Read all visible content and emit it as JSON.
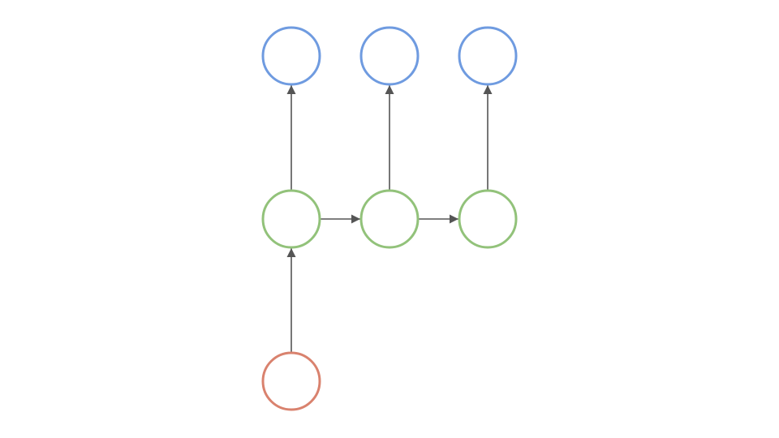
{
  "diagram": {
    "type": "one-to-many",
    "colors": {
      "input": "#d9826e",
      "hidden": "#92c27a",
      "output": "#6f9be0",
      "edge": "#555555"
    },
    "nodes": [
      {
        "id": "output-1",
        "role": "output"
      },
      {
        "id": "output-2",
        "role": "output"
      },
      {
        "id": "output-3",
        "role": "output"
      },
      {
        "id": "hidden-1",
        "role": "hidden"
      },
      {
        "id": "hidden-2",
        "role": "hidden"
      },
      {
        "id": "hidden-3",
        "role": "hidden"
      },
      {
        "id": "input-1",
        "role": "input"
      }
    ],
    "edges": [
      {
        "from": "input-1",
        "to": "hidden-1"
      },
      {
        "from": "hidden-1",
        "to": "hidden-2"
      },
      {
        "from": "hidden-2",
        "to": "hidden-3"
      },
      {
        "from": "hidden-1",
        "to": "output-1"
      },
      {
        "from": "hidden-2",
        "to": "output-2"
      },
      {
        "from": "hidden-3",
        "to": "output-3"
      }
    ]
  }
}
